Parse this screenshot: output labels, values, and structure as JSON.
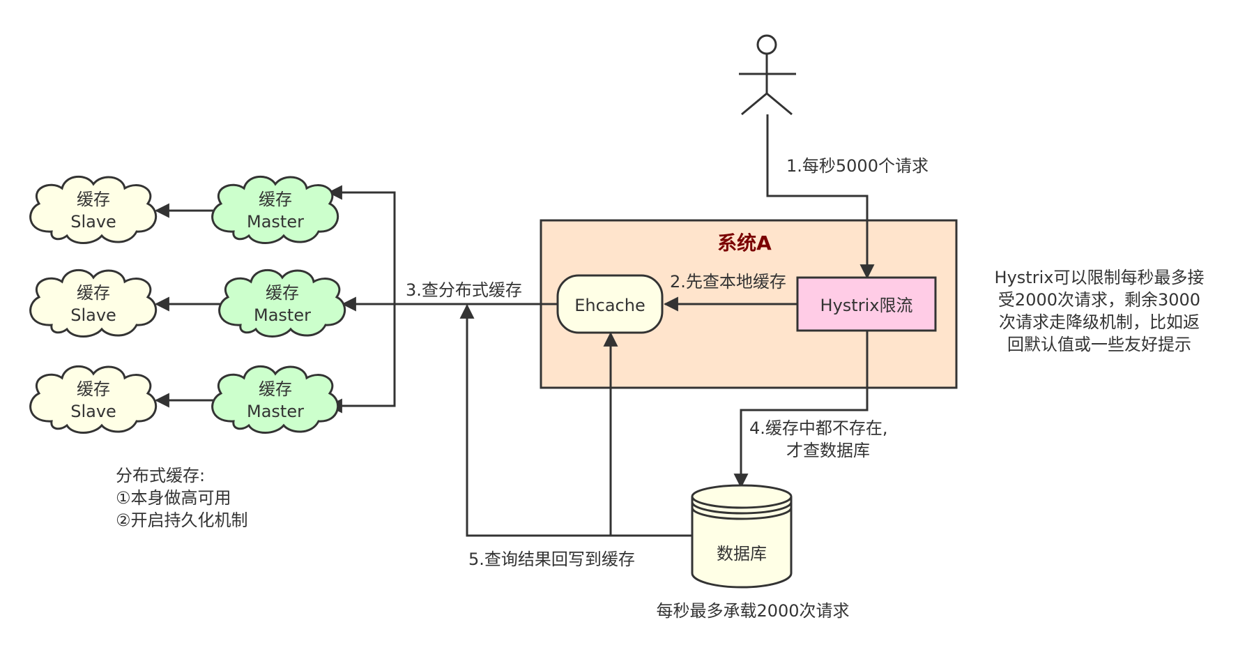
{
  "colors": {
    "line": "#333333",
    "system_fill": "#ffe4cc",
    "hystrix_fill": "#ffcce6",
    "master_fill": "#ccffcc",
    "slave_fill": "#ffffe6",
    "ehcache_fill": "#ffffe6",
    "db_fill": "#ffffe6",
    "system_title": "#7a0000"
  },
  "icons": {
    "user": "stick-figure-icon",
    "database": "cylinder-icon",
    "cloud": "cloud-shape"
  },
  "user": {
    "label": "1.每秒5000个请求"
  },
  "system": {
    "title": "系统A"
  },
  "hystrix": {
    "label": "Hystrix限流"
  },
  "ehcache": {
    "label": "Ehcache"
  },
  "edges": {
    "local_cache": "2.先查本地缓存",
    "distributed_cache": "3.查分布式缓存",
    "db_query_line1": "4.缓存中都不存在,",
    "db_query_line2": "才查数据库",
    "write_back": "5.查询结果回写到缓存"
  },
  "database": {
    "label": "数据库",
    "caption": "每秒最多承载2000次请求"
  },
  "clusters": [
    {
      "master": [
        "缓存",
        "Master"
      ],
      "slave": [
        "缓存",
        "Slave"
      ]
    },
    {
      "master": [
        "缓存",
        "Master"
      ],
      "slave": [
        "缓存",
        "Slave"
      ]
    },
    {
      "master": [
        "缓存",
        "Master"
      ],
      "slave": [
        "缓存",
        "Slave"
      ]
    }
  ],
  "notes": {
    "distributed": [
      "分布式缓存:",
      "①本身做高可用",
      "②开启持久化机制"
    ],
    "hystrix": [
      "Hystrix可以限制每秒最多接",
      "受2000次请求，剩余3000",
      "次请求走降级机制，比如返",
      "回默认值或一些友好提示"
    ]
  }
}
